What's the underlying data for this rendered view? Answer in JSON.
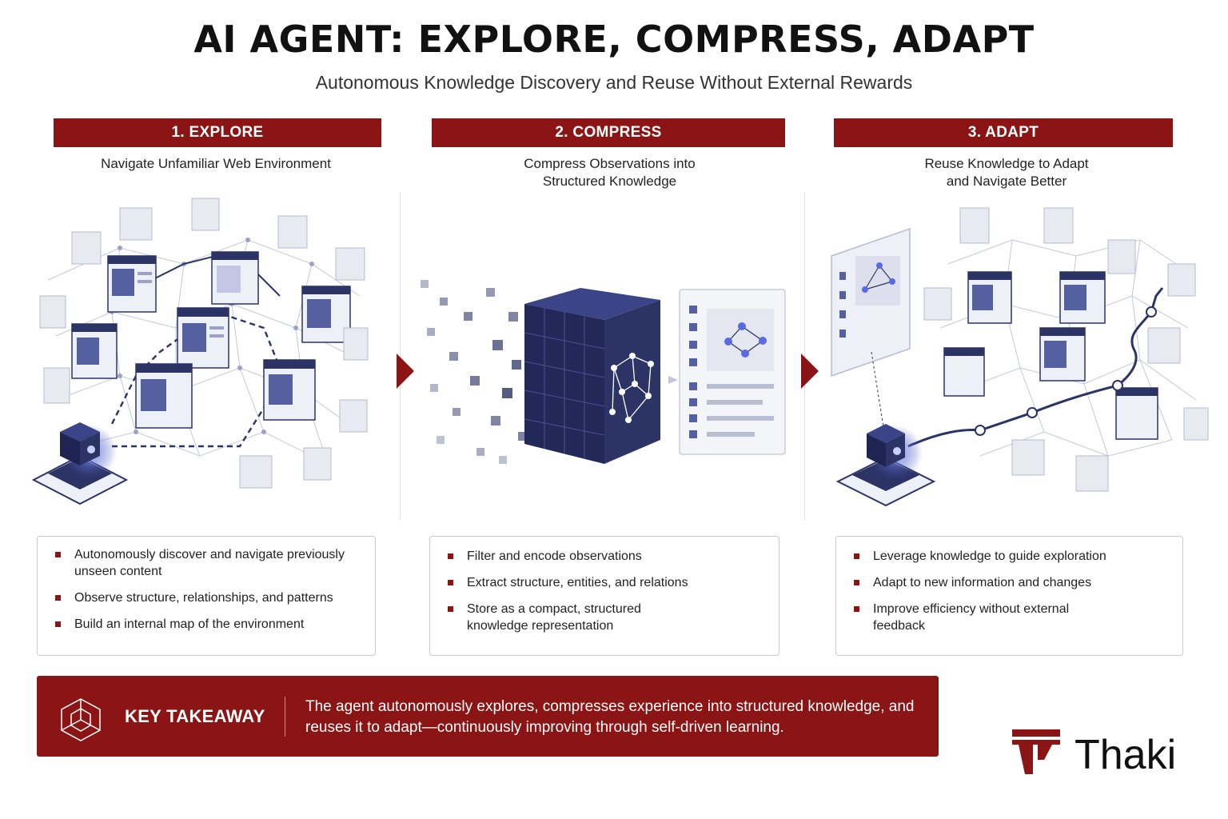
{
  "header": {
    "title": "AI AGENT: EXPLORE, COMPRESS, ADAPT",
    "subtitle": "Autonomous Knowledge Discovery and Reuse Without External Rewards"
  },
  "phases": [
    {
      "label": "1. EXPLORE",
      "description": "Navigate Unfamiliar Web Environment",
      "bullets": [
        "Autonomously discover and navigate previously unseen content",
        "Observe structure, relationships, and patterns",
        "Build an internal map of the environment"
      ]
    },
    {
      "label": "2. COMPRESS",
      "description": "Compress Observations into Structured Knowledge",
      "bullets": [
        "Filter and encode observations",
        "Extract structure, entities, and relations",
        "Store as a compact, structured knowledge representation"
      ]
    },
    {
      "label": "3. ADAPT",
      "description": "Reuse Knowledge to Adapt and Navigate Better",
      "bullets": [
        "Leverage knowledge to guide exploration",
        "Adapt to new information and changes",
        "Improve efficiency without external feedback"
      ]
    }
  ],
  "takeaway": {
    "label": "KEY TAKEAWAY",
    "text": "The agent autonomously explores, compresses experience into structured knowledge, and reuses it to adapt—continuously improving through self-driven learning."
  },
  "brand": {
    "name": "Thaki"
  },
  "colors": {
    "accent": "#8b1414",
    "navy": "#2c3466",
    "glow": "#5a6ae0"
  }
}
